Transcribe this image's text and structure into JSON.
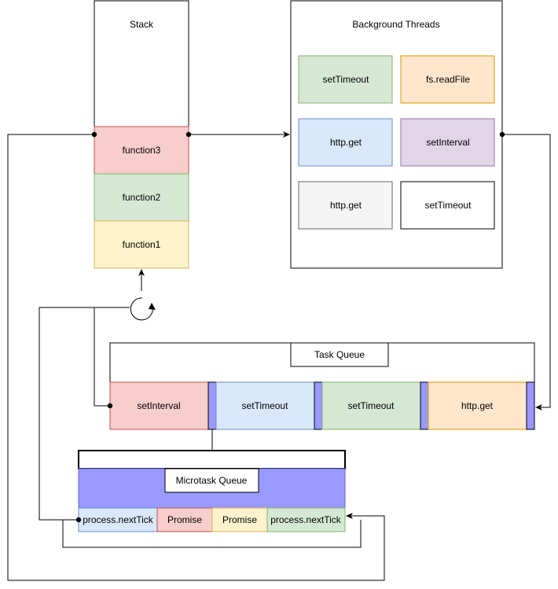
{
  "colors": {
    "red_fill": "#f8cecc",
    "red_stroke": "#b85450",
    "green_fill": "#d5e8d4",
    "green_stroke": "#82b366",
    "yellow_fill": "#fff2cc",
    "yellow_stroke": "#d6b656",
    "blue_fill": "#dae8fc",
    "blue_stroke": "#6c8ebf",
    "orange_fill": "#ffe6cc",
    "orange_stroke": "#d79b00",
    "purple_fill": "#e1d5e7",
    "purple_stroke": "#9673a6",
    "gray_fill": "#f5f5f5",
    "gray_stroke": "#666666",
    "separator_fill": "#9999ff",
    "microtask_header_fill": "#9999ff"
  },
  "stack": {
    "title": "Stack",
    "frames": [
      "function3",
      "function2",
      "function1"
    ]
  },
  "background_threads": {
    "title": "Background Threads",
    "items": [
      "setTimeout",
      "fs.readFile",
      "http.get",
      "setInterval",
      "http.get",
      "setTimeout"
    ]
  },
  "event_loop": {
    "icon": "refresh-icon"
  },
  "task_queue": {
    "title": "Task Queue",
    "items": [
      "setInterval",
      "setTimeout",
      "setTimeout",
      "http.get"
    ]
  },
  "microtask_queue": {
    "title": "Microtask Queue",
    "items": [
      "process.nextTick",
      "Promise",
      "Promise",
      "process.nextTick"
    ]
  }
}
